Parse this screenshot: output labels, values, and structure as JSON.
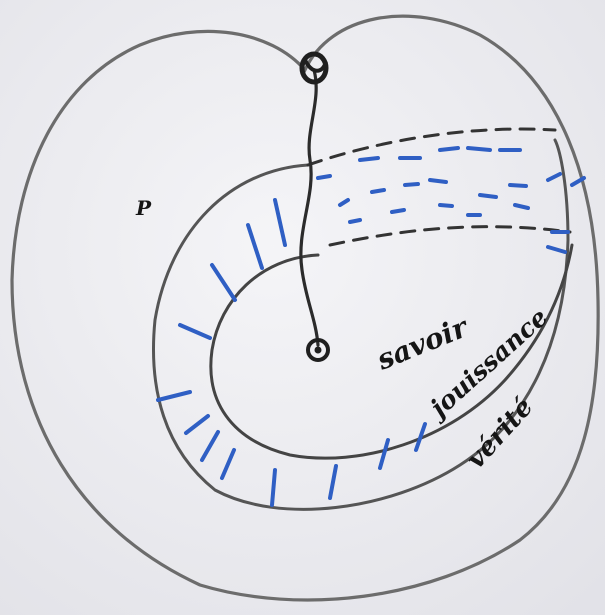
{
  "labels": {
    "point": "P",
    "inner_region": "savoir",
    "middle_region": "jouissance",
    "outer_region": "vérité"
  },
  "colors": {
    "paper": "#efeff3",
    "ink": "#2a2a2a",
    "outline": "#6a6a6a",
    "hatch": "#2f5fc4"
  },
  "icons": {
    "top_knot": "knot-icon",
    "center_point": "circled-dot-icon"
  }
}
